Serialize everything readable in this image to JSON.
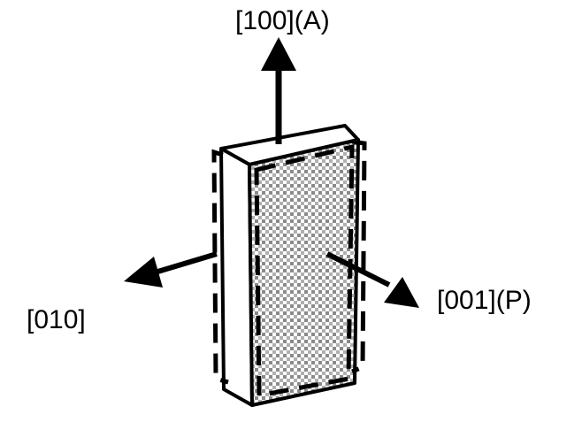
{
  "diagram": {
    "labels": {
      "axis_100": "[100](A)",
      "axis_010": "[010]",
      "axis_001": "[001](P)"
    },
    "colors": {
      "ink": "#000000",
      "background": "#ffffff",
      "face_pattern_light": "#ffffff",
      "face_pattern_dark": "#8a8a8a"
    }
  }
}
